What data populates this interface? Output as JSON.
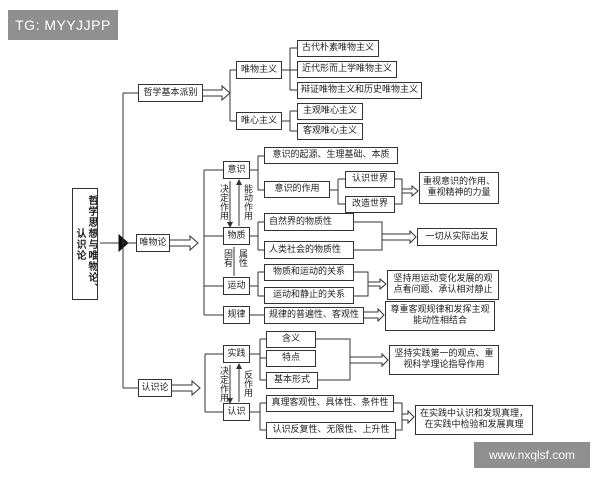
{
  "badge": {
    "text": "TG: MYYJJPP"
  },
  "watermark": {
    "text": "www.nxqlsf.com"
  },
  "diagram": {
    "root": "哲学思想与唯物论、认识论",
    "schools": {
      "label": "哲学基本派别",
      "materialism": {
        "label": "唯物主义",
        "items": [
          "古代朴素唯物主义",
          "近代形而上学唯物主义",
          "辩证唯物主义和历史唯物主义"
        ]
      },
      "idealism": {
        "label": "唯心主义",
        "items": [
          "主观唯心主义",
          "客观唯心主义"
        ]
      }
    },
    "materialism_theory": {
      "label": "唯物论",
      "consciousness": {
        "label": "意识",
        "origin": "意识的起源、生理基础、本质",
        "effect": "意识的作用",
        "know_world": "认识世界",
        "change_world": "改造世界",
        "note": "重视意识的作用、重视精神的力量"
      },
      "relation_labels": {
        "decides": "决定作用",
        "reacts": "能动作用"
      },
      "matter": {
        "label": "物质",
        "natural": "自然界的物质性",
        "social": "人类社会的物质性",
        "note": "一切从实际出发"
      },
      "attribute_labels": {
        "inherent": "固有",
        "attribute": "属性"
      },
      "motion": {
        "label": "运动",
        "relation": "物质和运动的关系",
        "stillness": "运动和静止的关系",
        "note": "坚持用运动变化发展的观点看问题、承认相对静止"
      },
      "law": {
        "label": "规律",
        "traits": "规律的普遍性、客观性",
        "note": "尊重客观规律和发挥主观能动性相结合"
      }
    },
    "epistemology": {
      "label": "认识论",
      "practice": {
        "label": "实践",
        "items": [
          "含义",
          "特点",
          "基本形式"
        ],
        "note": "坚持实践第一的观点、重视科学理论指导作用"
      },
      "relation_labels": {
        "decides": "决定作用",
        "reacts": "反作用"
      },
      "cognition": {
        "label": "认识",
        "truth": "真理客观性、具体性、条件性",
        "repeat": "认识反复性、无限性、上升性",
        "note": "在实践中认识和发现真理，在实践中检验和发展真理"
      }
    }
  }
}
